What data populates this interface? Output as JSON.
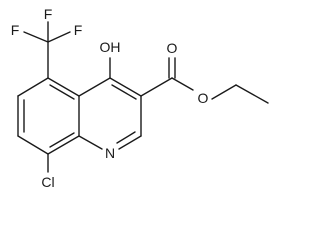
{
  "molecule": {
    "labels": {
      "f_top": "F",
      "f_left": "F",
      "f_right": "F",
      "oh": "OH",
      "o_carbonyl": "O",
      "o_ester": "O",
      "n": "N",
      "cl": "Cl"
    }
  }
}
